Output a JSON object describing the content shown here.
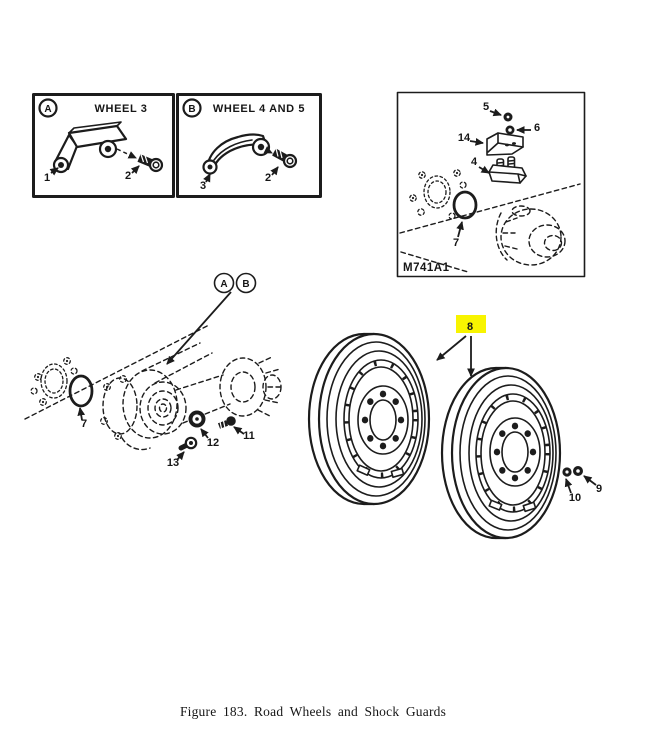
{
  "figure": {
    "caption": "Figure 183. Road Wheels and Shock Guards",
    "highlight_color": "#f8f400",
    "ink_color": "#1c1c1c",
    "paper_color": "#ffffff"
  },
  "panel_a": {
    "badge": "A",
    "title": "WHEEL 3",
    "callout_1": "1",
    "callout_2": "2"
  },
  "panel_b": {
    "badge": "B",
    "title": "WHEEL 4 AND 5",
    "callout_3": "3",
    "callout_2": "2"
  },
  "inset": {
    "model": "M741A1",
    "callout_5": "5",
    "callout_6": "6",
    "callout_14": "14",
    "callout_4": "4",
    "callout_7": "7"
  },
  "axle": {
    "badge_a": "A",
    "badge_b": "B",
    "callout_7": "7",
    "callout_11": "11",
    "callout_12": "12",
    "callout_13": "13"
  },
  "wheels": {
    "callout_8": "8",
    "callout_9": "9",
    "callout_10": "10"
  }
}
